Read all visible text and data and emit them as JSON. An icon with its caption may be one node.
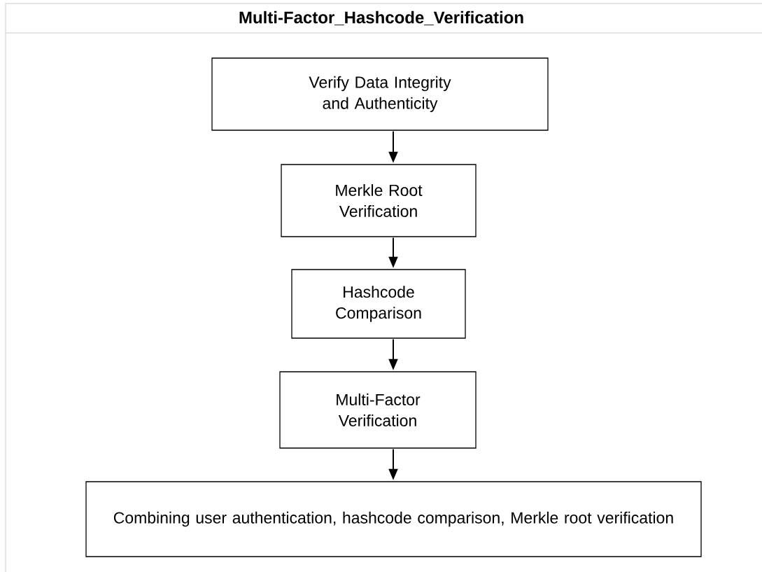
{
  "diagram": {
    "title": "Multi-Factor_Hashcode_Verification",
    "nodes": [
      {
        "text": [
          "Verify Data Integrity and Authenticity"
        ]
      },
      {
        "text": [
          "Merkle Root Verification"
        ]
      },
      {
        "text": [
          "Hashcode Comparison"
        ]
      },
      {
        "text": [
          "Multi-Factor Verification"
        ]
      },
      {
        "text": [
          "Combining user authentication, hashcode comparison, Merkle root verification"
        ]
      }
    ],
    "edges": [
      {
        "from": 0,
        "to": 1,
        "arrow": "to"
      },
      {
        "from": 1,
        "to": 2,
        "arrow": "to"
      },
      {
        "from": 2,
        "to": 3,
        "arrow": "to"
      },
      {
        "from": 3,
        "to": 4,
        "arrow": "to"
      }
    ]
  }
}
